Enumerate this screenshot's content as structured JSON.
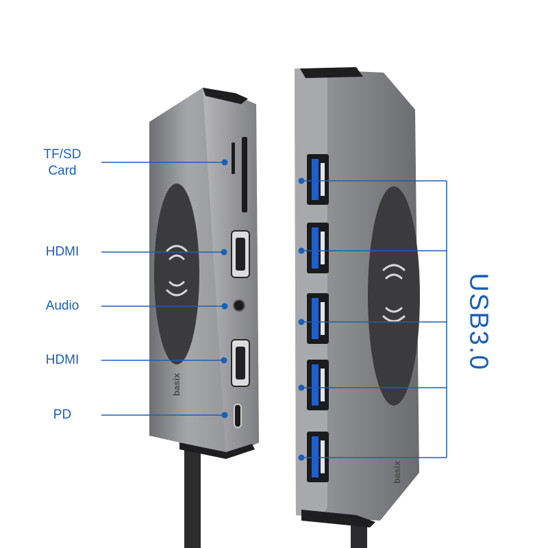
{
  "labels": {
    "tf_sd_line1": "TF/SD",
    "tf_sd_line2": "Card",
    "hdmi_1": "HDMI",
    "audio": "Audio",
    "hdmi_2": "HDMI",
    "pd": "PD",
    "usb": "USB3.0"
  },
  "brand": {
    "logo_text": "basix"
  },
  "colors": {
    "callout_blue": "#1a5fb8",
    "housing": "#8c8d90",
    "pad": "#3b3b3d"
  }
}
